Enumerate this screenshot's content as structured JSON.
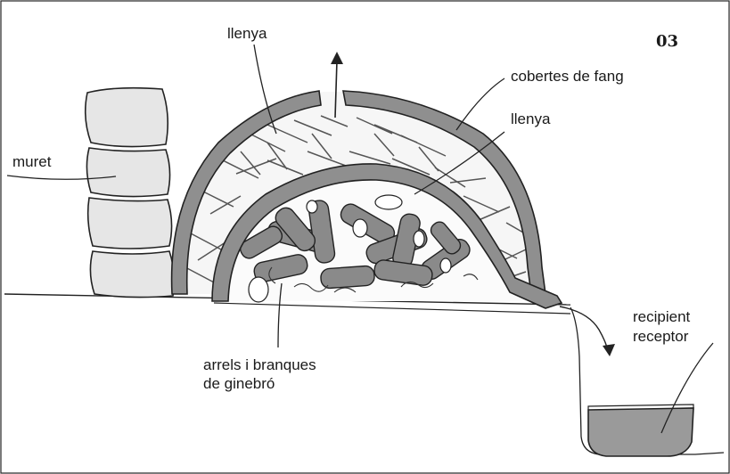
{
  "figure_number": "03",
  "labels": {
    "llenya_top": "llenya",
    "cobertes": "cobertes de fang",
    "llenya_inner": "llenya",
    "muret": "muret",
    "arrels_line1": "arrels i branques",
    "arrels_line2": "de ginebró",
    "recipient_line1": "recipient",
    "recipient_line2": "receptor"
  },
  "colors": {
    "clay": "#8f8f8f",
    "clay_dark": "#5e5e5e",
    "stone": "#e6e6e6",
    "line": "#222222",
    "liquid": "#9a9a9a"
  }
}
